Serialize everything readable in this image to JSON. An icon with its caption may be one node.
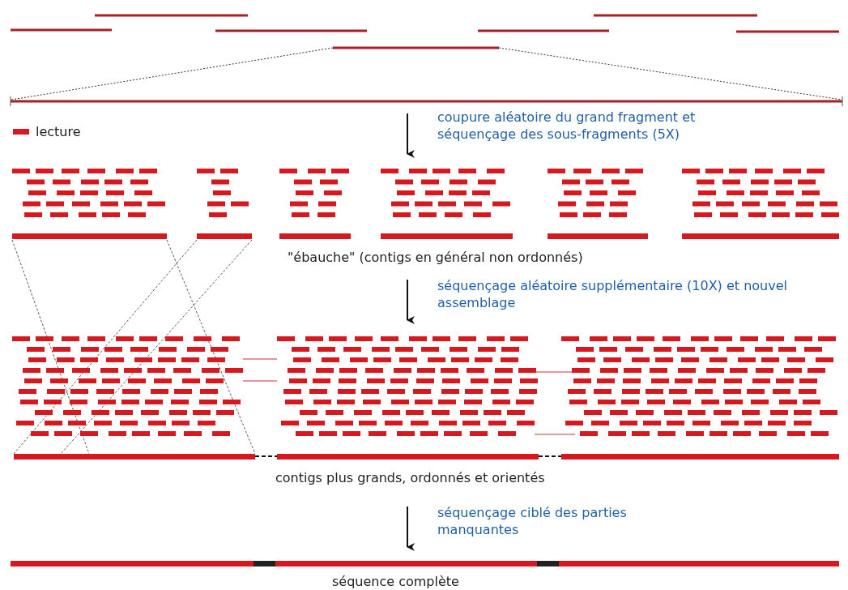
{
  "diagram": {
    "labels": [
      "coupure aléatoire du grand fragment et séquençage des sous-fragments (5X)",
      "\"ébauche\" (contigs en général non ordonnés)",
      "séquençage aléatoire supplémentaire (10X) et nouvel assemblage",
      "contigs plus grands, ordonnés et orientés",
      "séquençage ciblé des parties manquantes",
      "séquence complète"
    ],
    "legend": [
      {
        "text": "lecture",
        "color": "#d7191f"
      }
    ]
  }
}
